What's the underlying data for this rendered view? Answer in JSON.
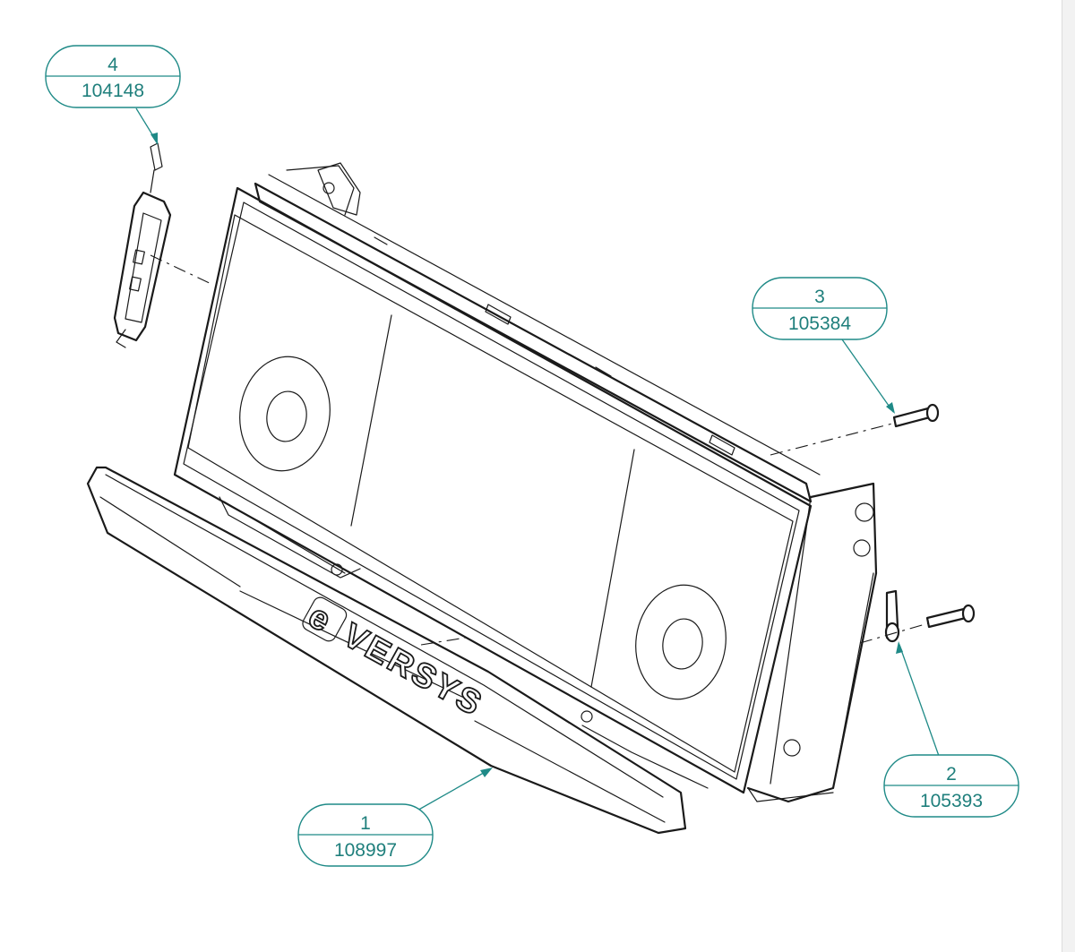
{
  "callouts": [
    {
      "item": "1",
      "part": "108997"
    },
    {
      "item": "2",
      "part": "105393"
    },
    {
      "item": "3",
      "part": "105384"
    },
    {
      "item": "4",
      "part": "104148"
    }
  ],
  "brand": {
    "mark": "e",
    "rest": "VERSYS"
  },
  "colors": {
    "callout": "#1f8a87",
    "line": "#1a1a1a",
    "background": "#ffffff"
  }
}
